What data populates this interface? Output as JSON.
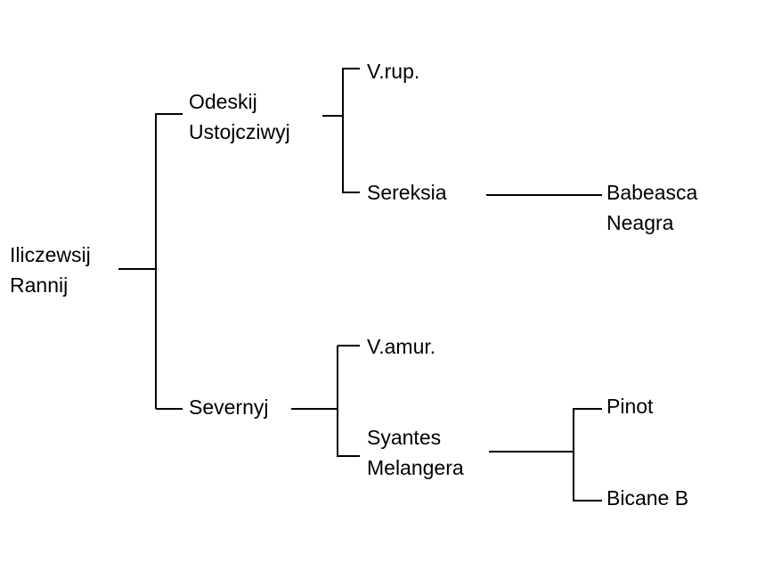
{
  "nodes": {
    "root": [
      "Iliczewsij",
      "Rannij"
    ],
    "odeskij": [
      "Odeskij",
      "Ustojcziwyj"
    ],
    "vrup": "V.rup.",
    "sereksia": "Sereksia",
    "babeasca": [
      "Babeasca",
      "Neagra"
    ],
    "severnyj": "Severnyj",
    "vamur": "V.amur.",
    "syantes": [
      "Syantes",
      "Melangera"
    ],
    "pinot": "Pinot",
    "bicane": "Bicane B"
  },
  "colors": {
    "line": "#000000",
    "text": "#000000",
    "background": "#ffffff"
  }
}
